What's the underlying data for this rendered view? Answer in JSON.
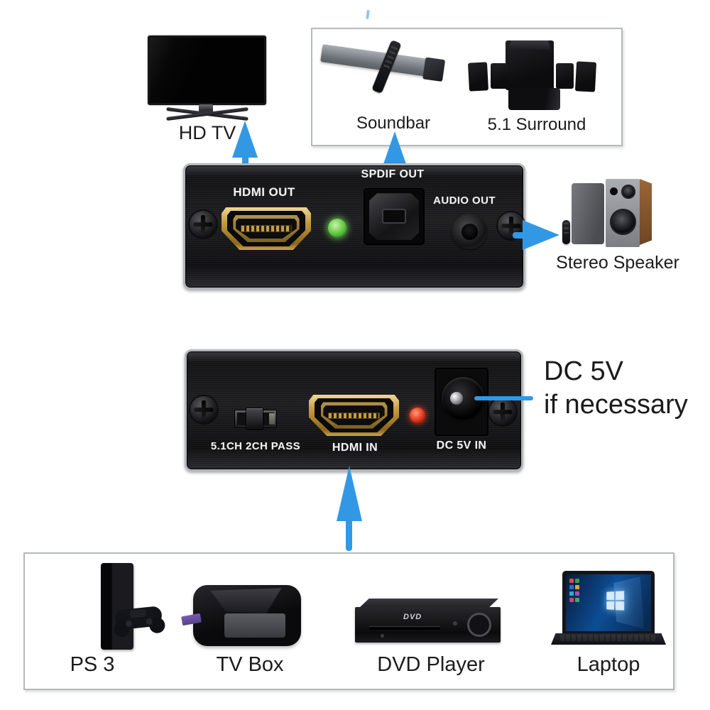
{
  "diagram": {
    "tv_label": "HD TV",
    "top_box": {
      "soundbar_label": "Soundbar",
      "surround_label": "5.1 Surround"
    },
    "front_panel": {
      "hdmi_out_label": "HDMI OUT",
      "spdif_out_label": "SPDIF OUT",
      "audio_out_label": "AUDIO OUT"
    },
    "stereo_label": "Stereo Speaker",
    "power_note": {
      "line1": "DC 5V",
      "line2": "if necessary"
    },
    "back_panel": {
      "switch_label": "5.1CH 2CH PASS",
      "hdmi_in_label": "HDMI IN",
      "dc_in_label": "DC 5V IN"
    },
    "bottom_box": {
      "sources": [
        {
          "label": "PS 3"
        },
        {
          "label": "TV Box"
        },
        {
          "label": "DVD Player"
        },
        {
          "label": "Laptop"
        }
      ]
    },
    "dvd_logo": "DVD",
    "colors": {
      "arrow_blue": "#3398e4",
      "hdmi_gold": "#c9a243",
      "led_green": "#5ec53e",
      "led_red": "#e23318",
      "panel_black": "#17171a",
      "panel_silver": "#b2b6ba",
      "box_border": "#b5b9b9",
      "wood_brown": "#8a5a32"
    }
  }
}
